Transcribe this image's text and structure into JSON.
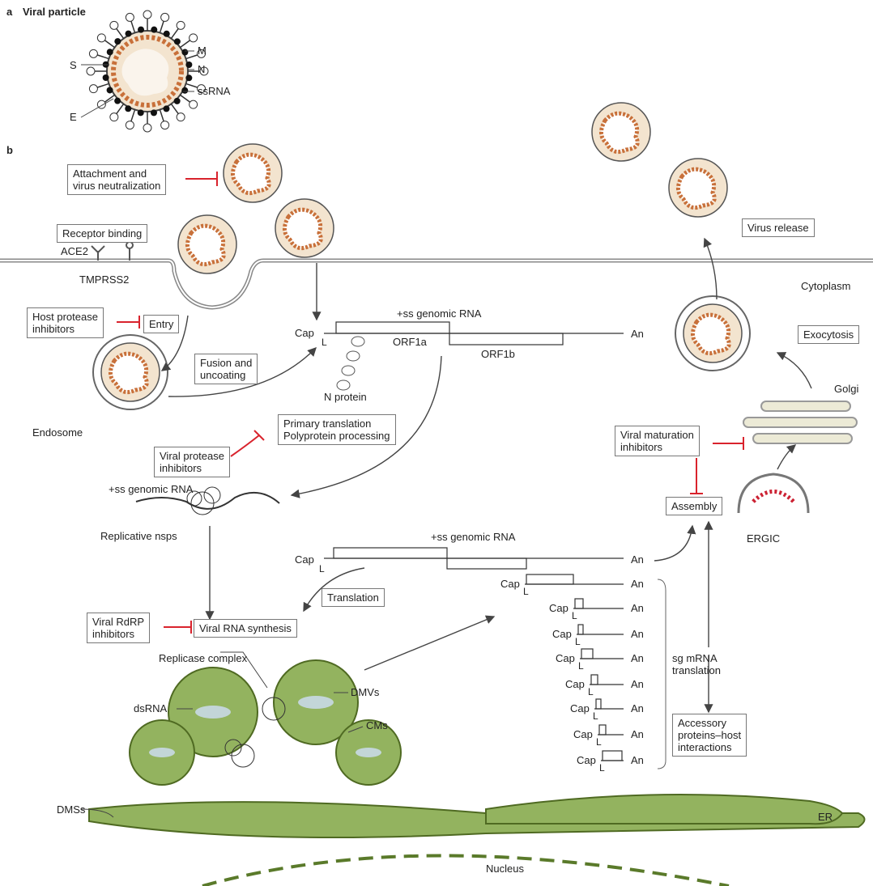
{
  "panel_a_label": "a",
  "panel_a_title": "Viral particle",
  "panel_b_label": "b",
  "particle_labels": {
    "S": "S",
    "E": "E",
    "M": "M",
    "N": "N",
    "ssRNA": "ssRNA"
  },
  "boxes": {
    "attachment": "Attachment and\nvirus neutralization",
    "receptor_binding": "Receptor binding",
    "host_protease": "Host protease\ninhibitors",
    "entry": "Entry",
    "fusion": "Fusion and\nuncoating",
    "primary_translation": "Primary translation\nPolyprotein processing",
    "viral_protease": "Viral protease\ninhibitors",
    "viral_rdrp": "Viral RdRP\ninhibitors",
    "viral_rna_synthesis": "Viral RNA synthesis",
    "translation": "Translation",
    "virus_release": "Virus release",
    "exocytosis": "Exocytosis",
    "viral_maturation": "Viral maturation\ninhibitors",
    "assembly": "Assembly",
    "accessory": "Accessory\nproteins–host\ninteractions"
  },
  "labels": {
    "ace2": "ACE2",
    "tmprss2": "TMPRSS2",
    "cytoplasm": "Cytoplasm",
    "endosome": "Endosome",
    "golgi": "Golgi",
    "ergic": "ERGIC",
    "genomic_rna_1": "+ss genomic RNA",
    "genomic_rna_2": "+ss genomic RNA",
    "genomic_rna_3": "+ss genomic RNA",
    "orf1a": "ORF1a",
    "orf1b": "ORF1b",
    "n_protein": "N protein",
    "replicative_nsps": "Replicative nsps",
    "replicase_complex": "Replicase complex",
    "dsrna": "dsRNA",
    "dmvs": "DMVs",
    "cms": "CMs",
    "dmss": "DMSs",
    "er": "ER",
    "nucleus": "Nucleus",
    "sg_mrna": "sg mRNA\ntranslation",
    "cap": "Cap",
    "an": "An",
    "l": "L"
  },
  "colors": {
    "inhibit": "#d9232d",
    "membrane": "#8a9a3a",
    "er_green": "#8fb05a",
    "capsid": "#f2dcc3",
    "nucleocapsid": "#c8703a",
    "spike": "#222222"
  }
}
